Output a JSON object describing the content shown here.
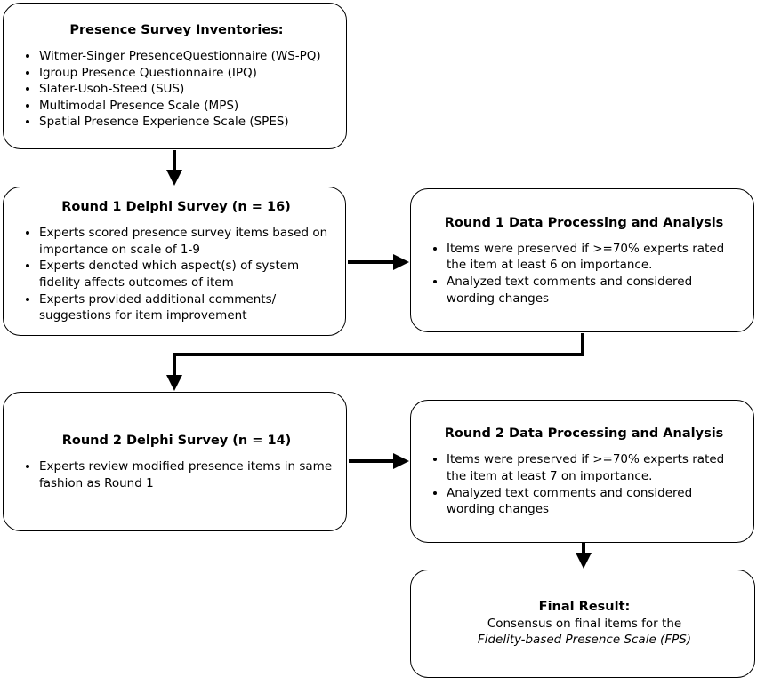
{
  "diagram": {
    "background_color": "#ffffff",
    "line_color": "#000000",
    "boxes": {
      "inventories": {
        "title": "Presence Survey Inventories:",
        "items": [
          "Witmer-Singer PresenceQuestionnaire (WS-PQ)",
          "Igroup Presence Questionnaire (IPQ)",
          "Slater-Usoh-Steed (SUS)",
          "Multimodal Presence Scale (MPS)",
          "Spatial Presence Experience Scale (SPES)"
        ]
      },
      "round1_survey": {
        "title": "Round 1 Delphi Survey (n = 16)",
        "items": [
          "Experts scored presence survey items based on\nimportance on scale of 1-9",
          "Experts denoted which aspect(s) of system\nfidelity affects outcomes of item",
          "Experts provided additional comments/\nsuggestions for item improvement"
        ]
      },
      "round1_analysis": {
        "title": "Round 1 Data Processing and Analysis",
        "items": [
          "Items were preserved if >=70% experts rated\nthe item at least 6 on importance.",
          "Analyzed text comments and considered\nwording changes"
        ]
      },
      "round2_survey": {
        "title": "Round 2 Delphi Survey (n = 14)",
        "items": [
          "Experts review modified presence items in same\nfashion as Round 1"
        ]
      },
      "round2_analysis": {
        "title": "Round 2 Data Processing and Analysis",
        "items": [
          "Items were preserved if >=70% experts rated\nthe item at least 7 on importance.",
          "Analyzed text comments and considered\nwording changes"
        ]
      },
      "final_result": {
        "title": "Final Result:",
        "line1": "Consensus on final items for the",
        "line2": "Fidelity-based Presence Scale (FPS)"
      }
    }
  }
}
